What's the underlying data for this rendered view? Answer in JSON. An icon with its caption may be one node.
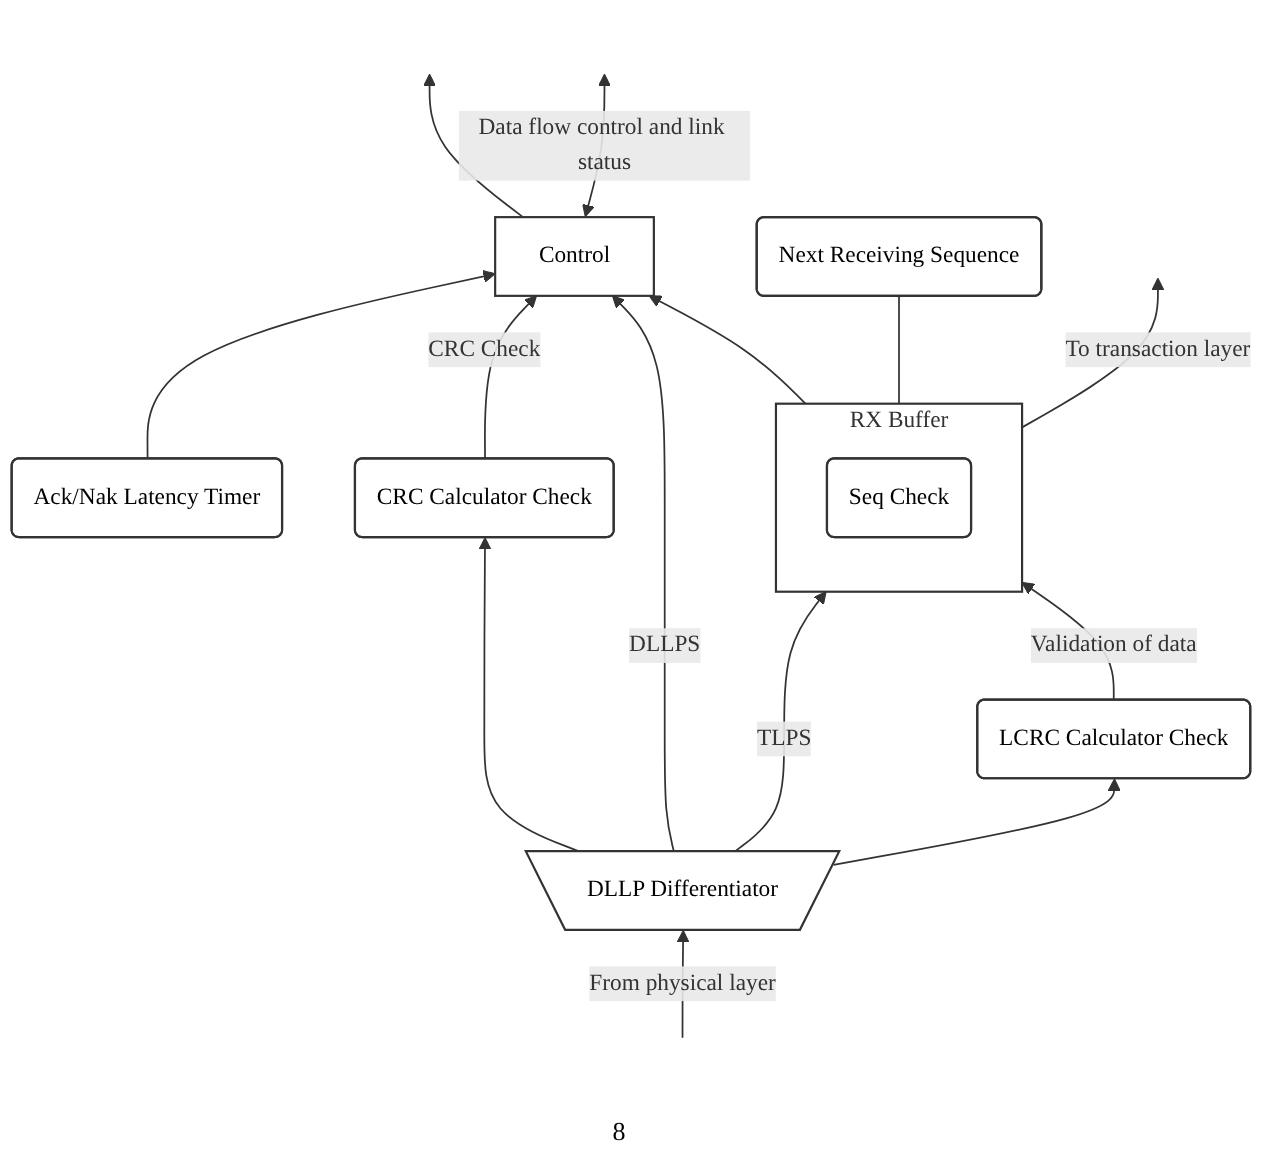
{
  "diagram": {
    "nodes": [
      {
        "text": [
          "Control"
        ]
      },
      {
        "text": [
          "Ack/Nak Latency Timer"
        ]
      },
      {
        "text": [
          "RX Buffer"
        ]
      },
      {
        "text": [
          "Seq Check"
        ],
        "in": 2
      },
      {
        "text": [
          "Next Receiving Sequence"
        ]
      },
      {
        "text": [
          "CRC Calculator Check"
        ]
      },
      {
        "text": [
          "LCRC Calculator Check"
        ]
      },
      {
        "text": [
          "DLLP Differentiator"
        ]
      }
    ],
    "edges": [
      {
        "from": 0,
        "to": null,
        "arrow": "to"
      },
      {
        "from": 1,
        "to": 0,
        "arrow": "to"
      },
      {
        "from": 2,
        "to": 0,
        "arrow": "to"
      },
      {
        "from": 2,
        "to": null,
        "arrow": "to",
        "label": "To transaction layer"
      },
      {
        "from": 2,
        "to": 4,
        "arrow": "none"
      },
      {
        "from": 5,
        "to": 0,
        "arrow": "to",
        "label": "CRC Check"
      },
      {
        "from": 7,
        "to": 0,
        "arrow": "to",
        "label": "DLLPS"
      },
      {
        "from": 7,
        "to": 5,
        "arrow": "to"
      },
      {
        "from": 7,
        "to": 2,
        "arrow": "to",
        "label": "TLPS"
      },
      {
        "from": 7,
        "to": 6,
        "arrow": "to"
      },
      {
        "from": 6,
        "to": 2,
        "arrow": "to",
        "label": "Validation of data"
      },
      {
        "from": null,
        "to": 7,
        "arrow": "to",
        "label": "From physical layer"
      },
      {
        "from": 0,
        "to": null,
        "arrow": "both",
        "label": "Data flow control and link status"
      }
    ],
    "labels": [
      "8"
    ]
  }
}
